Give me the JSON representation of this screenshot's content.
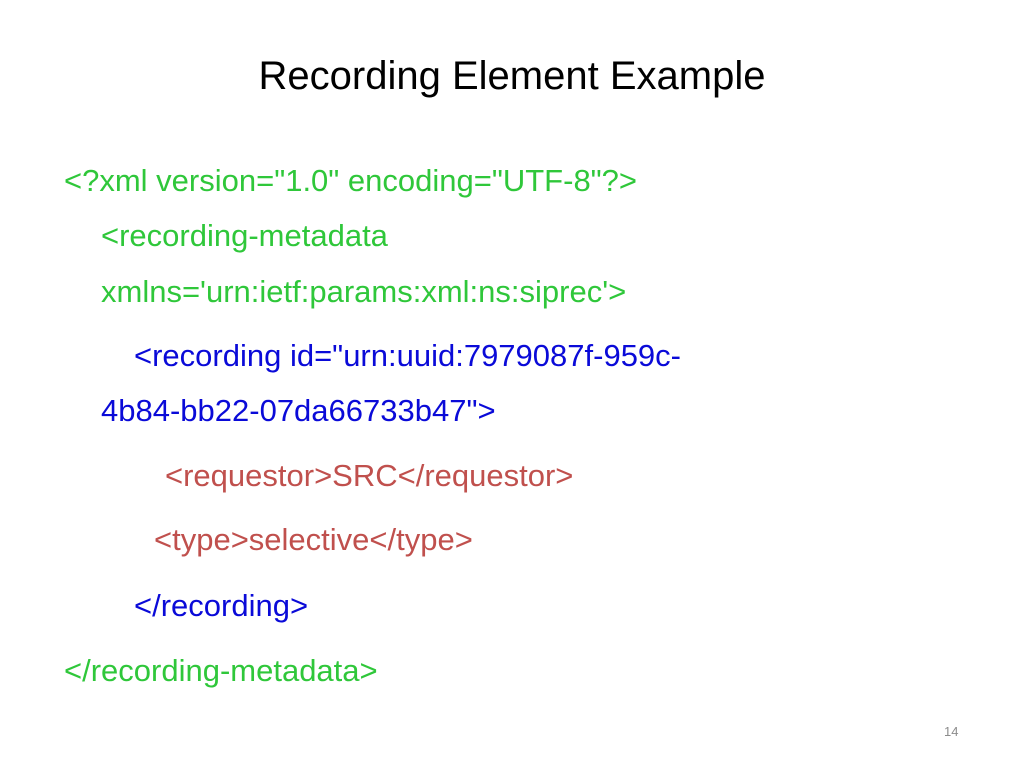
{
  "slide": {
    "title": "Recording Element Example",
    "page_number": "14",
    "lines": [
      "<?xml version=\"1.0\" encoding=\"UTF-8\"?>",
      "<recording-metadata",
      "xmlns='urn:ietf:params:xml:ns:siprec'>",
      "<recording id=\"urn:uuid:7979087f-959c-",
      "4b84-bb22-07da66733b47\">",
      "<requestor>SRC</requestor>",
      "<type>selective</type>",
      "</recording>",
      "</recording-metadata>"
    ],
    "colors": {
      "green": "#2fc73a",
      "blue": "#0a0ad8",
      "red": "#c0504d"
    }
  }
}
